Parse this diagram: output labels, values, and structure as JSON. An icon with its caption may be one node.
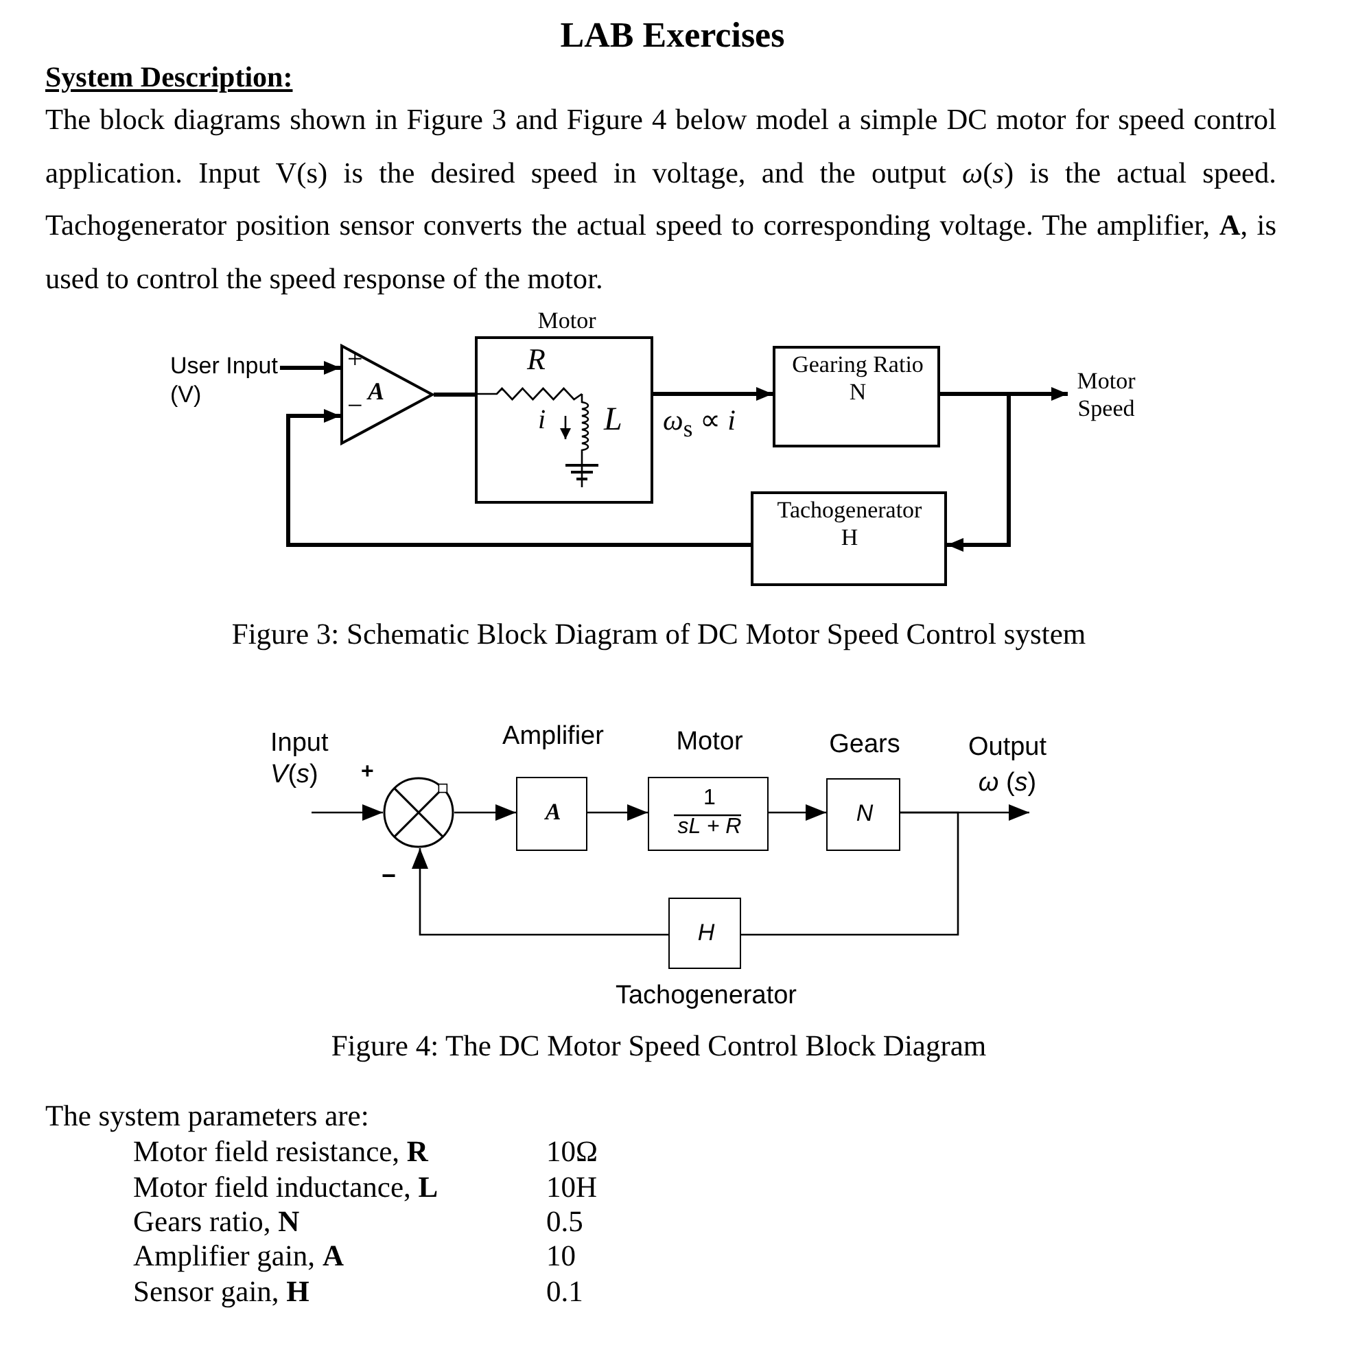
{
  "diagram": {
    "title": "LAB Exercises",
    "nodes": [
      {
        "text": [
          "User Input (V)"
        ]
      },
      {
        "text": [
          "+",
          "−",
          "A"
        ]
      },
      {
        "text": [
          "Motor",
          "R",
          "i",
          "L"
        ]
      },
      {
        "text": [
          "Gearing Ratio N"
        ]
      },
      {
        "text": [
          "Motor Speed"
        ]
      },
      {
        "text": [
          "Tachogenerator H"
        ]
      },
      {
        "text": [],
        "shape": "circle",
        "beside": [
          "+",
          "−"
        ]
      },
      {
        "text": [
          "Amplifier",
          "A"
        ]
      },
      {
        "text": [
          "Motor",
          "1",
          "sL + R"
        ]
      },
      {
        "text": [
          "Gears",
          "N"
        ]
      },
      {
        "text": [
          "Output *ω* (*s*)"
        ]
      },
      {
        "text": [
          "H",
          "Tachogenerator"
        ]
      }
    ],
    "edges": [
      {
        "from": 0,
        "to": 1,
        "arrow": "to",
        "style": "thick"
      },
      {
        "from": 1,
        "to": 2,
        "arrow": "none",
        "style": "thick"
      },
      {
        "from": 2,
        "to": 3,
        "arrow": "to",
        "label": "*ω*$_{s}$ ∝ *i*",
        "style": "thick"
      },
      {
        "from": 3,
        "to": 4,
        "arrow": "to",
        "style": "thick"
      },
      {
        "from": 3,
        "to": 5,
        "arrow": "to",
        "style": "thick"
      },
      {
        "from": 5,
        "to": 1,
        "arrow": "to",
        "style": "thick"
      },
      {
        "from": null,
        "to": 6,
        "arrow": "to"
      },
      {
        "from": 6,
        "to": 7,
        "arrow": "to"
      },
      {
        "from": 7,
        "to": 8,
        "arrow": "to"
      },
      {
        "from": 8,
        "to": 9,
        "arrow": "to"
      },
      {
        "from": 9,
        "to": 10,
        "arrow": "to"
      },
      {
        "from": 9,
        "to": 11,
        "arrow": "none"
      },
      {
        "from": 11,
        "to": 6,
        "arrow": "to"
      }
    ],
    "labels": [
      "System Description:",
      "The block diagrams shown in Figure 3 and Figure 4 below model a simple DC motor for speed control application.  Input V(s) is the desired speed in voltage, and the output *ω*(*s*) is the actual speed. Tachogenerator position sensor converts the actual speed to corresponding voltage. The amplifier, **A**, is used to control the speed response of the motor.",
      "Figure 3: Schematic Block Diagram of DC Motor Speed Control system",
      "Input *V*(*s*)",
      "Figure 4: The DC Motor Speed Control Block Diagram",
      "The system parameters are:",
      "Motor field resistance, **R**",
      "10Ω",
      "Motor field inductance, **L**",
      "10H",
      "Gears ratio, **N**",
      "0.5",
      "Amplifier gain, **A**",
      "10",
      "Sensor gain, **H**",
      "0.1"
    ]
  }
}
